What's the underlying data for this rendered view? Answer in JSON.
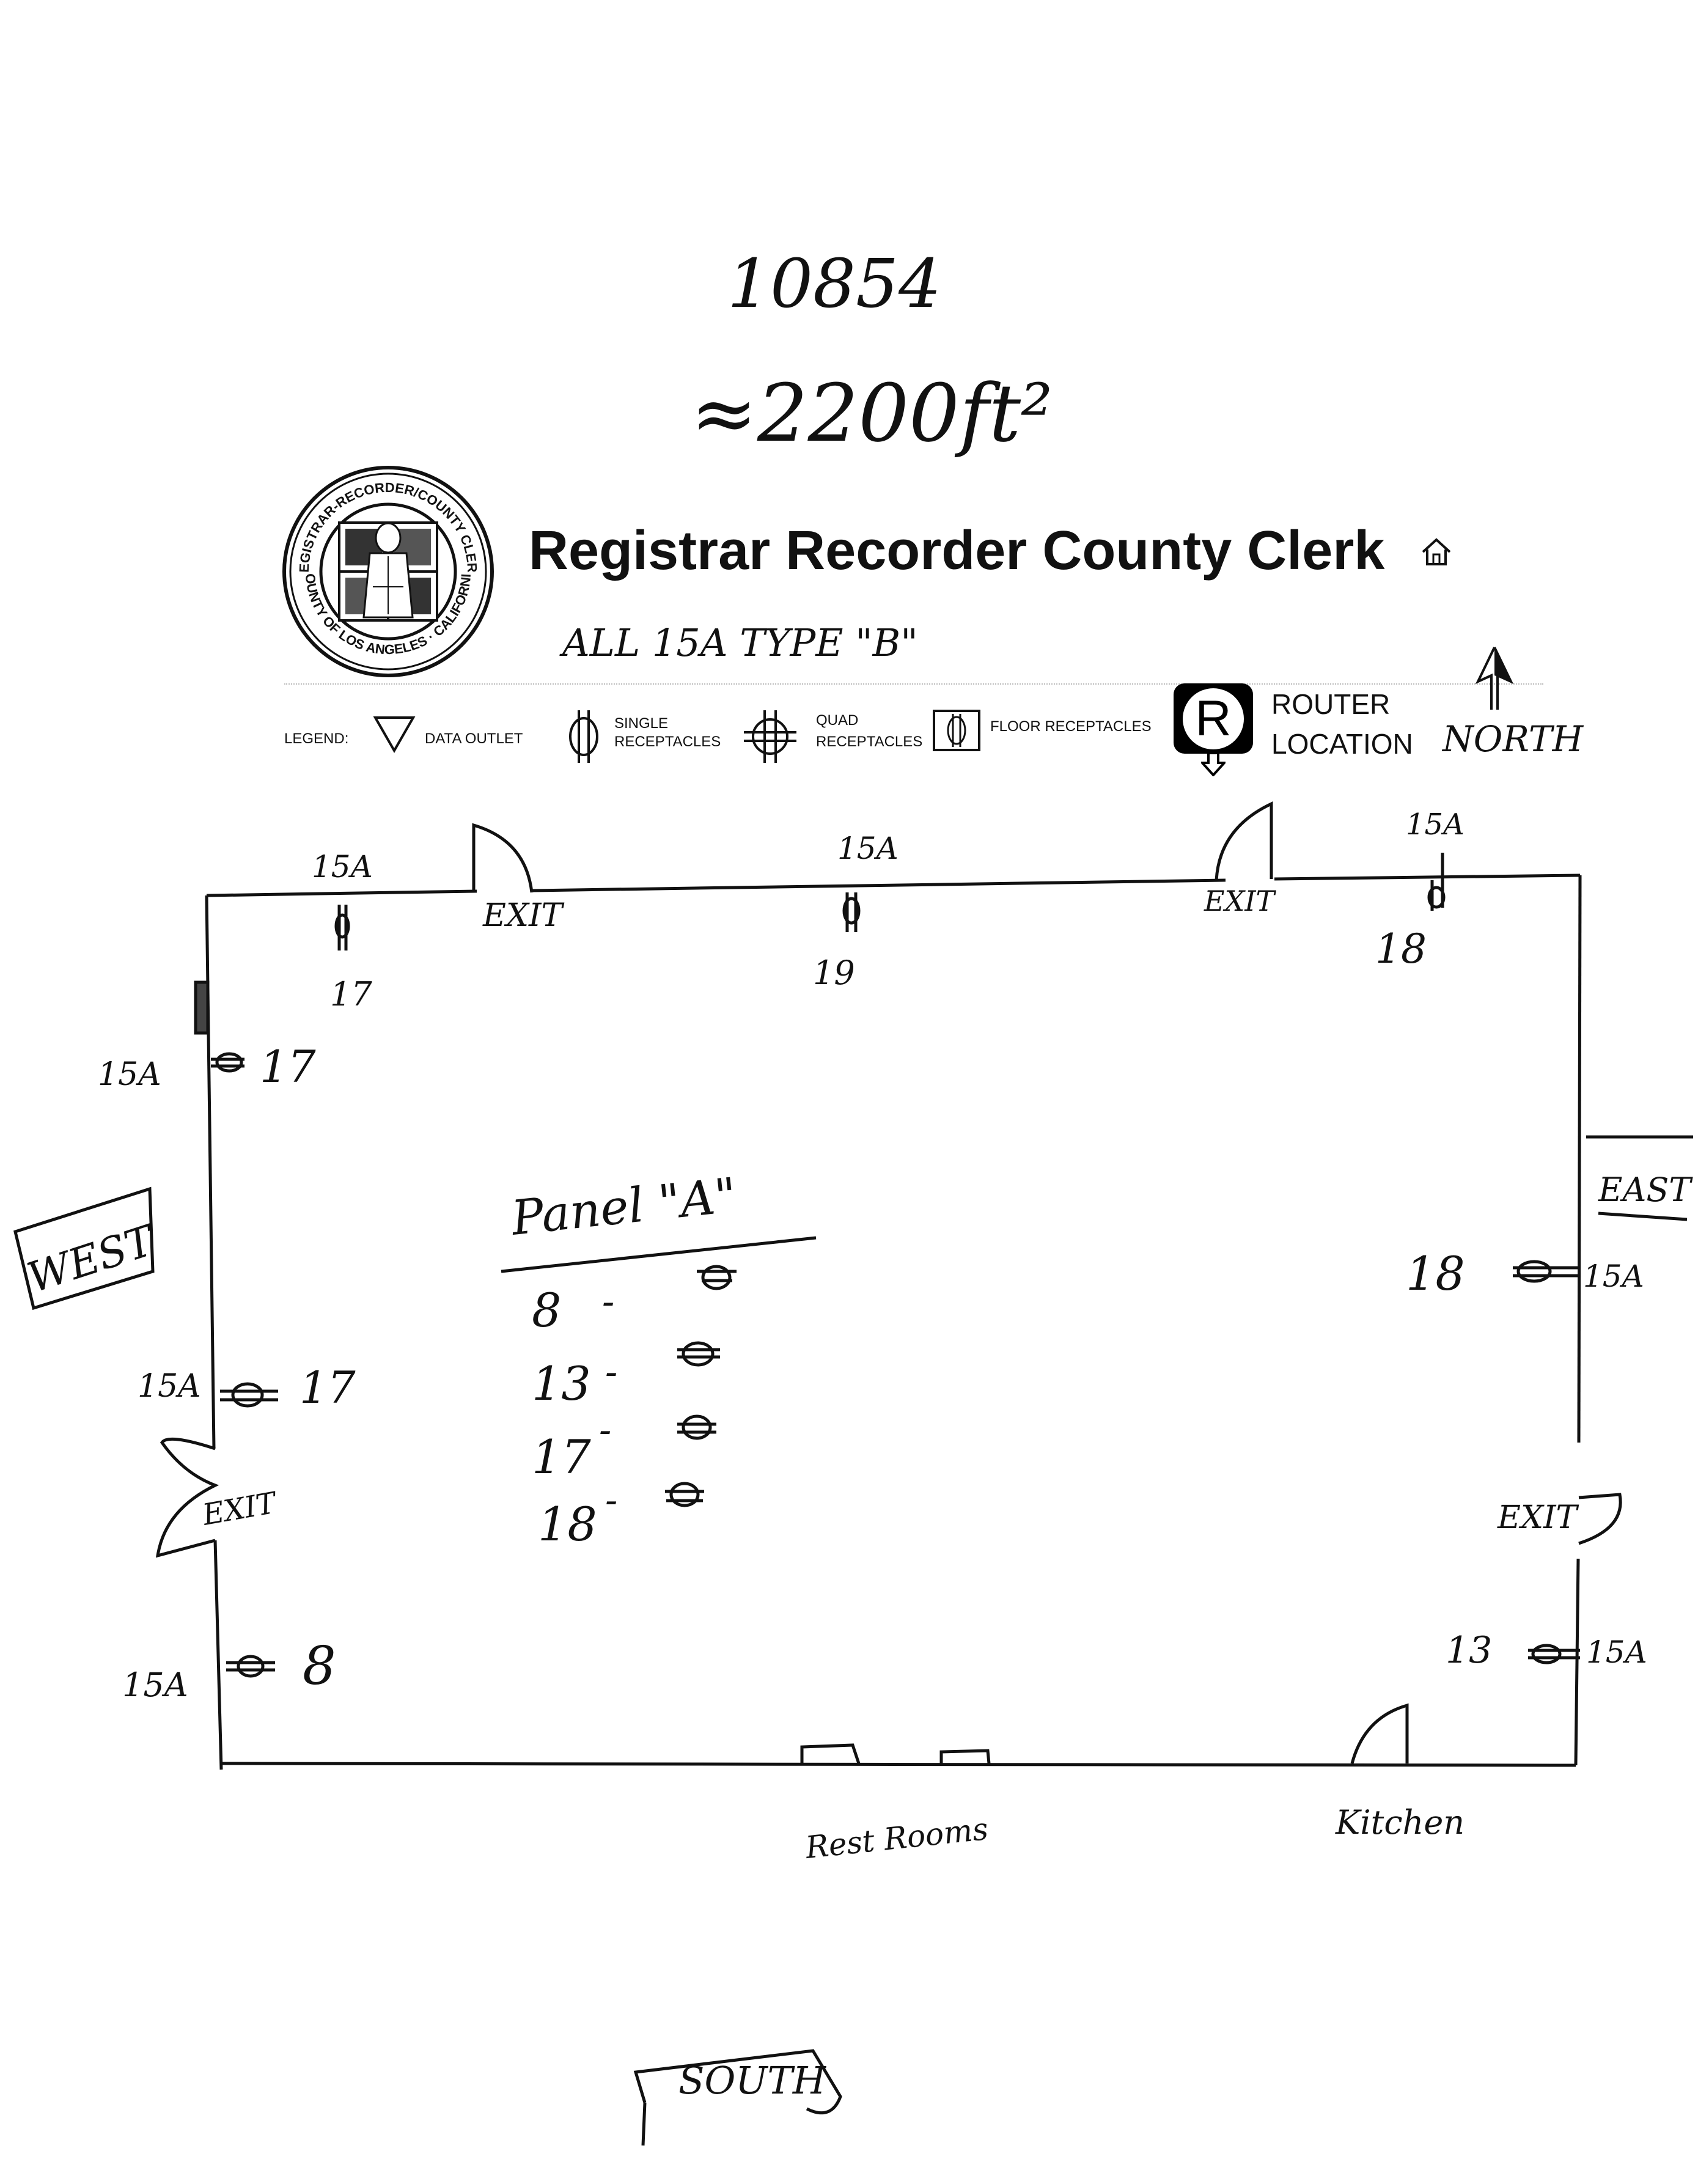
{
  "header": {
    "site_number": "10854",
    "area": "≈2200ft²",
    "organization_title": "Registrar Recorder County Clerk",
    "seal_top_text": "REGISTRAR-RECORDER/COUNTY CLERK",
    "seal_bottom_text": "COUNTY OF LOS ANGELES · CALIFORNIA",
    "note": "ALL 15A TYPE \"B\""
  },
  "icons": {
    "home": "home-icon",
    "seal": "county-seal-icon",
    "north_arrow": "north-arrow-icon",
    "router": "router-location-icon"
  },
  "legend": {
    "label": "LEGEND:",
    "data_outlet": "DATA OUTLET",
    "single_line1": "SINGLE",
    "single_line2": "RECEPTACLES",
    "quad_line1": "QUAD",
    "quad_line2": "RECEPTACLES",
    "floor": "FLOOR RECEPTACLES",
    "router_letter": "R",
    "router_line1": "ROUTER",
    "router_line2": "LOCATION",
    "north": "NORTH"
  },
  "compass": {
    "west": "WEST",
    "east": "EAST",
    "south": "SOUTH"
  },
  "doors": {
    "north_left": "EXIT",
    "north_right": "EXIT",
    "west": "EXIT",
    "east": "EXIT"
  },
  "rooms": {
    "restrooms": "Rest Rooms",
    "kitchen": "Kitchen"
  },
  "outlets": [
    {
      "amp": "15A",
      "circuit": "17"
    },
    {
      "amp": "15A",
      "circuit": "19"
    },
    {
      "amp": "15A",
      "circuit": "18"
    },
    {
      "amp": "15A",
      "circuit": "17"
    },
    {
      "amp": "15A",
      "circuit": "17"
    },
    {
      "amp": "15A",
      "circuit": "8"
    },
    {
      "amp": "15A",
      "circuit": "18"
    },
    {
      "amp": "15A",
      "circuit": "13"
    }
  ],
  "panel": {
    "title": "Panel \"A\"",
    "rows": [
      {
        "circuit": "8",
        "dash": "-"
      },
      {
        "circuit": "13",
        "dash": "-"
      },
      {
        "circuit": "17",
        "dash": "-"
      },
      {
        "circuit": "18",
        "dash": "-"
      }
    ]
  },
  "colors": {
    "ink": "#111111",
    "paper": "#ffffff"
  }
}
